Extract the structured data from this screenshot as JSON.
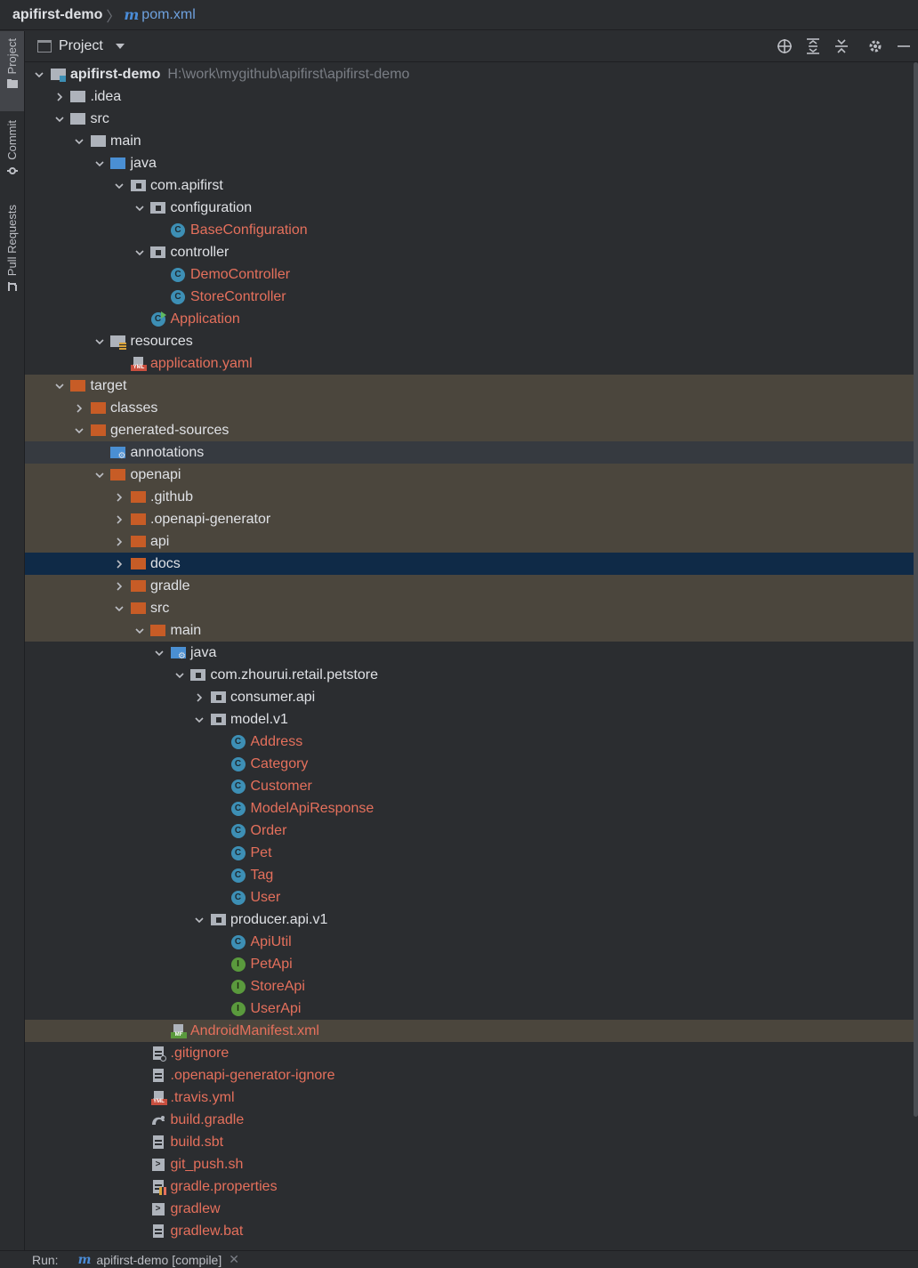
{
  "breadcrumb": {
    "project": "apifirst-demo",
    "file": "pom.xml",
    "maven_glyph": "m"
  },
  "sidebar_tabs": [
    {
      "label": "Project",
      "icon": "folder-icon"
    },
    {
      "label": "Commit",
      "icon": "commit-icon"
    },
    {
      "label": "Pull Requests",
      "icon": "pull-request-icon"
    }
  ],
  "panel": {
    "title": "Project",
    "toolbar": [
      "locate-icon",
      "expand-all-icon",
      "collapse-all-icon",
      "gear-icon",
      "hide-icon"
    ]
  },
  "tree": [
    {
      "depth": 0,
      "open": true,
      "icon": "module",
      "label": "apifirst-demo",
      "bold": true,
      "path": "H:\\work\\mygithub\\apifirst\\apifirst-demo"
    },
    {
      "depth": 1,
      "open": false,
      "icon": "folder-gray",
      "label": ".idea"
    },
    {
      "depth": 1,
      "open": true,
      "icon": "folder-gray",
      "label": "src"
    },
    {
      "depth": 2,
      "open": true,
      "icon": "folder-gray",
      "label": "main"
    },
    {
      "depth": 3,
      "open": true,
      "icon": "folder-blue",
      "label": "java"
    },
    {
      "depth": 4,
      "open": true,
      "icon": "package",
      "label": "com.apifirst"
    },
    {
      "depth": 5,
      "open": true,
      "icon": "package",
      "label": "configuration"
    },
    {
      "depth": 6,
      "icon": "class",
      "label": "BaseConfiguration",
      "red": true
    },
    {
      "depth": 5,
      "open": true,
      "icon": "package",
      "label": "controller"
    },
    {
      "depth": 6,
      "icon": "class",
      "label": "DemoController",
      "red": true
    },
    {
      "depth": 6,
      "icon": "class",
      "label": "StoreController",
      "red": true
    },
    {
      "depth": 5,
      "icon": "class-run",
      "label": "Application",
      "red": true
    },
    {
      "depth": 3,
      "open": true,
      "icon": "folder-resources",
      "label": "resources"
    },
    {
      "depth": 4,
      "icon": "yaml",
      "label": "application.yaml",
      "red": true
    },
    {
      "depth": 1,
      "open": true,
      "icon": "folder-orange",
      "label": "target",
      "row": "ex"
    },
    {
      "depth": 2,
      "open": false,
      "icon": "folder-orange",
      "label": "classes",
      "row": "ex"
    },
    {
      "depth": 2,
      "open": true,
      "icon": "folder-orange",
      "label": "generated-sources",
      "row": "ex"
    },
    {
      "depth": 3,
      "icon": "folder-generated",
      "label": "annotations",
      "row": "gen"
    },
    {
      "depth": 3,
      "open": true,
      "icon": "folder-orange",
      "label": "openapi",
      "row": "ex"
    },
    {
      "depth": 4,
      "open": false,
      "icon": "folder-orange",
      "label": ".github",
      "row": "ex"
    },
    {
      "depth": 4,
      "open": false,
      "icon": "folder-orange",
      "label": ".openapi-generator",
      "row": "ex"
    },
    {
      "depth": 4,
      "open": false,
      "icon": "folder-orange",
      "label": "api",
      "row": "ex"
    },
    {
      "depth": 4,
      "open": false,
      "icon": "folder-orange",
      "label": "docs",
      "row": "sel"
    },
    {
      "depth": 4,
      "open": false,
      "icon": "folder-orange",
      "label": "gradle",
      "row": "ex"
    },
    {
      "depth": 4,
      "open": true,
      "icon": "folder-orange",
      "label": "src",
      "row": "ex"
    },
    {
      "depth": 5,
      "open": true,
      "icon": "folder-orange",
      "label": "main",
      "row": "ex"
    },
    {
      "depth": 6,
      "open": true,
      "icon": "folder-generated-src",
      "label": "java"
    },
    {
      "depth": 7,
      "open": true,
      "icon": "package",
      "label": "com.zhourui.retail.petstore"
    },
    {
      "depth": 8,
      "open": false,
      "icon": "package",
      "label": "consumer.api"
    },
    {
      "depth": 8,
      "open": true,
      "icon": "package",
      "label": "model.v1"
    },
    {
      "depth": 9,
      "icon": "class",
      "label": "Address",
      "red": true
    },
    {
      "depth": 9,
      "icon": "class",
      "label": "Category",
      "red": true
    },
    {
      "depth": 9,
      "icon": "class",
      "label": "Customer",
      "red": true
    },
    {
      "depth": 9,
      "icon": "class",
      "label": "ModelApiResponse",
      "red": true
    },
    {
      "depth": 9,
      "icon": "class",
      "label": "Order",
      "red": true
    },
    {
      "depth": 9,
      "icon": "class",
      "label": "Pet",
      "red": true
    },
    {
      "depth": 9,
      "icon": "class",
      "label": "Tag",
      "red": true
    },
    {
      "depth": 9,
      "icon": "class",
      "label": "User",
      "red": true
    },
    {
      "depth": 8,
      "open": true,
      "icon": "package",
      "label": "producer.api.v1"
    },
    {
      "depth": 9,
      "icon": "class",
      "label": "ApiUtil",
      "red": true
    },
    {
      "depth": 9,
      "icon": "interface",
      "label": "PetApi",
      "red": true
    },
    {
      "depth": 9,
      "icon": "interface",
      "label": "StoreApi",
      "red": true
    },
    {
      "depth": 9,
      "icon": "interface",
      "label": "UserApi",
      "red": true
    },
    {
      "depth": 6,
      "icon": "manifest",
      "label": "AndroidManifest.xml",
      "red": true,
      "row": "ex"
    },
    {
      "depth": 5,
      "icon": "ignore",
      "label": ".gitignore",
      "red": true
    },
    {
      "depth": 5,
      "icon": "text",
      "label": ".openapi-generator-ignore",
      "red": true
    },
    {
      "depth": 5,
      "icon": "yaml",
      "label": ".travis.yml",
      "red": true
    },
    {
      "depth": 5,
      "icon": "gradle",
      "label": "build.gradle",
      "red": true
    },
    {
      "depth": 5,
      "icon": "text",
      "label": "build.sbt",
      "red": true
    },
    {
      "depth": 5,
      "icon": "shell",
      "label": "git_push.sh",
      "red": true
    },
    {
      "depth": 5,
      "icon": "properties",
      "label": "gradle.properties",
      "red": true
    },
    {
      "depth": 5,
      "icon": "shell",
      "label": "gradlew",
      "red": true
    },
    {
      "depth": 5,
      "icon": "text",
      "label": "gradlew.bat",
      "red": true
    }
  ],
  "run_bar": {
    "label": "Run:",
    "config": "apifirst-demo [compile]"
  }
}
